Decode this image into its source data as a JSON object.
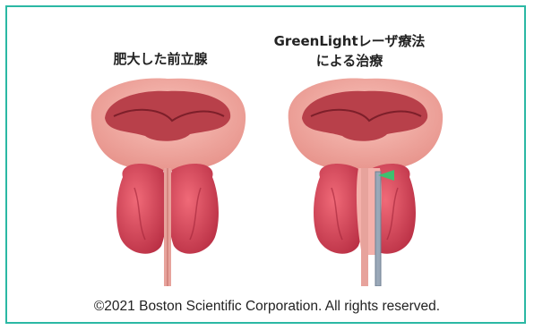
{
  "labels": {
    "left": "肥大した前立腺",
    "right_line1": "GreenLightレーザ療法",
    "right_line2": "による治療"
  },
  "copyright": "©2021 Boston Scientific Corporation.  All rights reserved.",
  "colors": {
    "frame": "#2bb8a4",
    "bladder_outer": "#f2a7a0",
    "bladder_inner": "#c2454f",
    "lobe": "#d8485a",
    "laser_fiber": "#9aa8b8",
    "laser_beam": "#2ecc71"
  }
}
